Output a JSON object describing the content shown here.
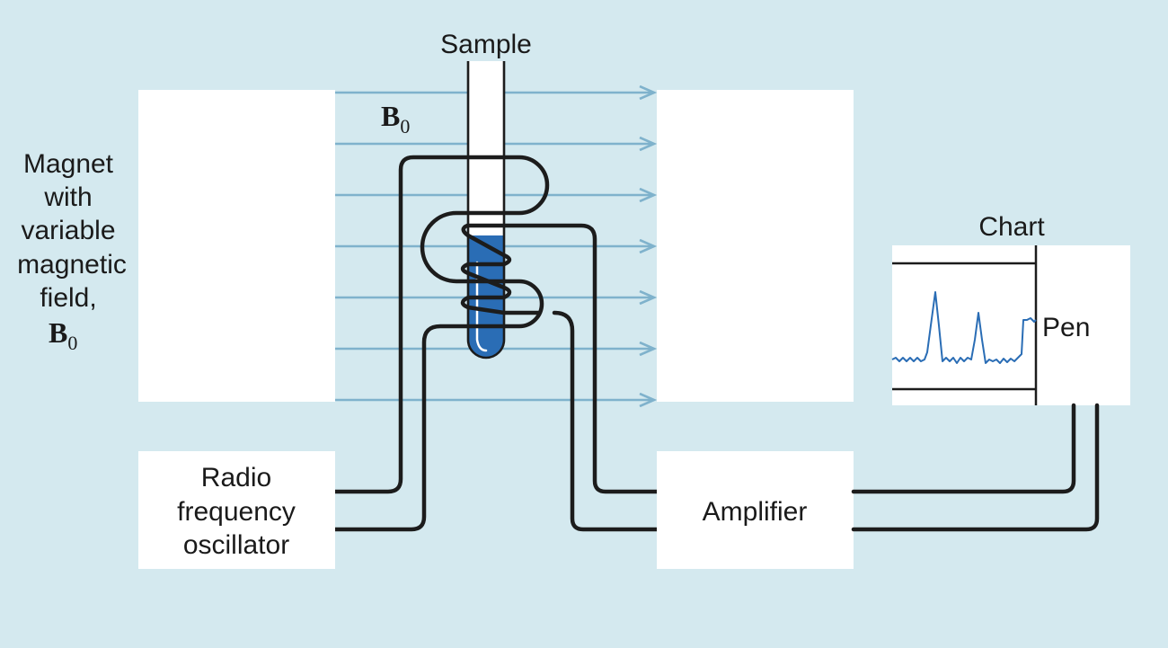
{
  "labels": {
    "magnet": [
      "Magnet",
      "with",
      "variable",
      "magnetic",
      "field,"
    ],
    "b_symbol": "B",
    "b_subscript": "0",
    "sample": "Sample",
    "chart": "Chart",
    "pen": "Pen",
    "oscillator": [
      "Radio",
      "frequency",
      "oscillator"
    ],
    "amplifier": "Amplifier"
  },
  "colors": {
    "background": "#d4e9ef",
    "field_lines": "#7fb2cc",
    "wire": "#1c1c1c",
    "sample_liquid": "#2a6db5",
    "trace": "#2a6db5"
  }
}
